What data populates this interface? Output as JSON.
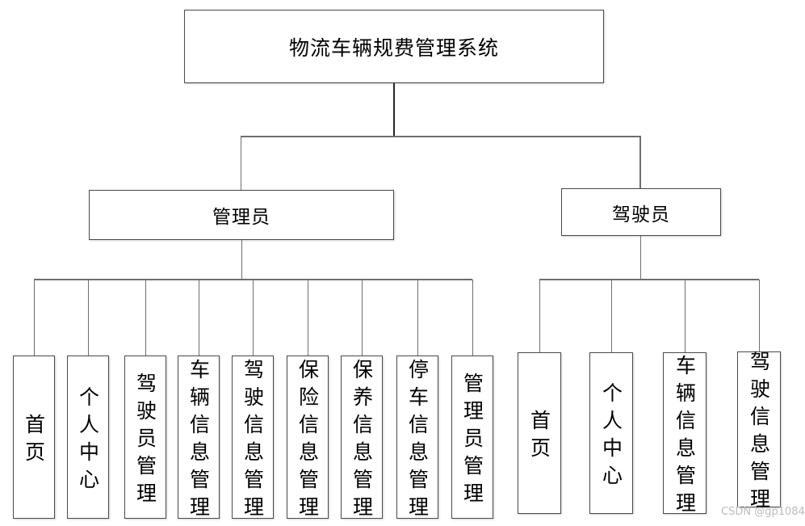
{
  "diagram": {
    "title": "物流车辆规费管理系统",
    "branches": [
      {
        "label": "管理员",
        "children": [
          "首页",
          "个人中心",
          "驾驶员管理",
          "车辆信息管理",
          "驾驶信息管理",
          "保险信息管理",
          "保养信息管理",
          "停车信息管理",
          "管理员管理"
        ]
      },
      {
        "label": "驾驶员",
        "children": [
          "首页",
          "个人中心",
          "车辆信息管理",
          "驾驶信息管理"
        ]
      }
    ],
    "colors": {
      "background": "#ffffff",
      "box_border": "#4a4a4a",
      "connector_line": "#6e6e6e",
      "text": "#000000",
      "watermark": "#b8bcc0"
    },
    "watermark": "CSDN @gp1084"
  }
}
